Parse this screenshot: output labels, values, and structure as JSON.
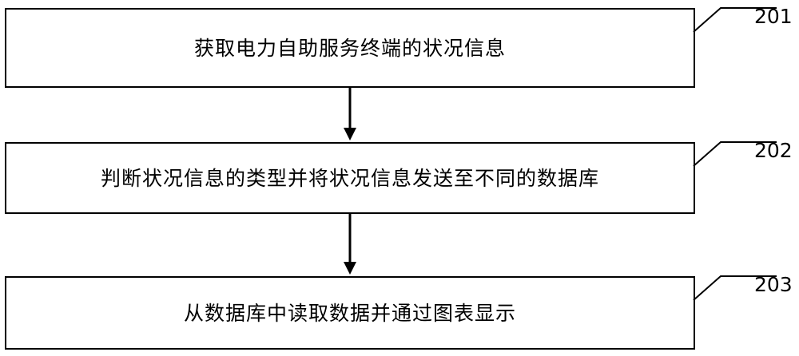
{
  "diagram": {
    "type": "flowchart",
    "orientation": "vertical",
    "nodes": [
      {
        "id": "step-201",
        "label": "获取电力自助服务终端的状况信息",
        "ref": "201"
      },
      {
        "id": "step-202",
        "label": "判断状况信息的类型并将状况信息发送至不同的数据库",
        "ref": "202"
      },
      {
        "id": "step-203",
        "label": "从数据库中读取数据并通过图表显示",
        "ref": "203"
      }
    ],
    "connectors": [
      {
        "from": "step-201",
        "to": "step-202",
        "style": "arrow-down"
      },
      {
        "from": "step-202",
        "to": "step-203",
        "style": "arrow-down"
      }
    ],
    "colors": {
      "stroke": "#000000",
      "fill": "#ffffff",
      "text": "#000000"
    }
  }
}
